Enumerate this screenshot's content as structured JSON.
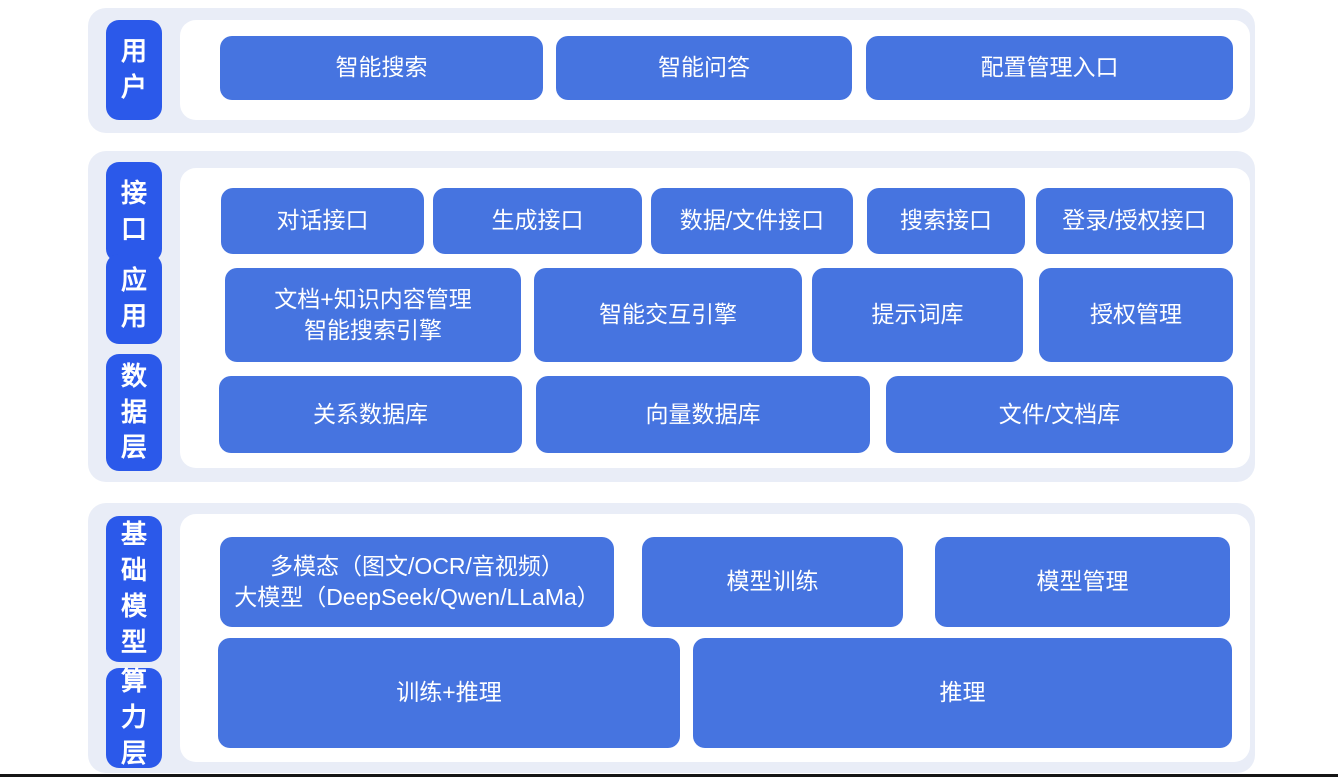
{
  "colors": {
    "band_bg": "#e9edf7",
    "card_bg": "#ffffff",
    "tag_bg": "#2b59ea",
    "node_bg": "#4674e0",
    "rule": "#151515"
  },
  "layers": {
    "user": {
      "label": "用户",
      "buttons": [
        "智能搜索",
        "智能问答",
        "配置管理入口"
      ]
    },
    "interface": {
      "label": "接口",
      "buttons": [
        "对话接口",
        "生成接口",
        "数据/文件接口",
        "搜索接口",
        "登录/授权接口"
      ]
    },
    "application": {
      "label": "应用",
      "buttons": [
        "文档+知识内容管理\n智能搜索引擎",
        "智能交互引擎",
        "提示词库",
        "授权管理"
      ]
    },
    "data_layer": {
      "label": "数据层",
      "buttons": [
        "关系数据库",
        "向量数据库",
        "文件/文档库"
      ]
    },
    "foundation_model": {
      "label": "基础模型",
      "buttons": [
        "多模态（图文/OCR/音视频）\n大模型（DeepSeek/Qwen/LLaMa）",
        "模型训练",
        "模型管理"
      ]
    },
    "compute": {
      "label": "算力层",
      "buttons": [
        "训练+推理",
        "推理"
      ]
    }
  }
}
